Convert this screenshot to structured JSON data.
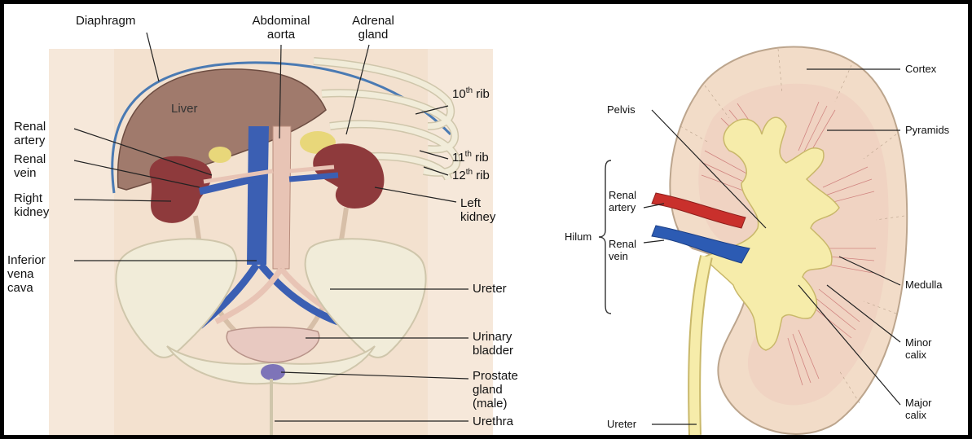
{
  "left": {
    "labels": {
      "diaphragm": "Diaphragm",
      "abdominal_aorta": "Abdominal\naorta",
      "adrenal_gland": "Adrenal\ngland",
      "renal_artery": "Renal\nartery",
      "renal_vein": "Renal\nvein",
      "right_kidney": "Right\nkidney",
      "inferior_vena_cava": "Inferior\nvena\ncava",
      "liver": "Liver",
      "rib10_num": "10",
      "rib11_num": "11",
      "rib12_num": "12",
      "rib_sup": "th",
      "rib_word": " rib",
      "left_kidney": "Left\nkidney",
      "ureter": "Ureter",
      "urinary_bladder": "Urinary\nbladder",
      "prostate": "Prostate\ngland\n(male)",
      "urethra": "Urethra"
    },
    "colors": {
      "skin": "#f3e1cf",
      "liver": "#a07a6c",
      "kidney": "#8e3a3c",
      "vein": "#3b5fb3",
      "artery": "#e8c4b5",
      "bone": "#f1ecd9",
      "adrenal": "#e8d77a",
      "prostate": "#7e74b8"
    }
  },
  "right": {
    "labels": {
      "cortex": "Cortex",
      "pelvis": "Pelvis",
      "pyramids": "Pyramids",
      "renal_artery": "Renal\nartery",
      "hilum": "Hilum",
      "renal_vein": "Renal\nvein",
      "medulla": "Medulla",
      "minor_calix": "Minor\ncalix",
      "major_calix": "Major\ncalix",
      "ureter": "Ureter"
    },
    "colors": {
      "cortex": "#f2dcc8",
      "pelvis": "#f6ecaa",
      "pyramid_lines": "#c66a6a",
      "artery": "#c9302c",
      "vein": "#2c5bb3"
    }
  }
}
